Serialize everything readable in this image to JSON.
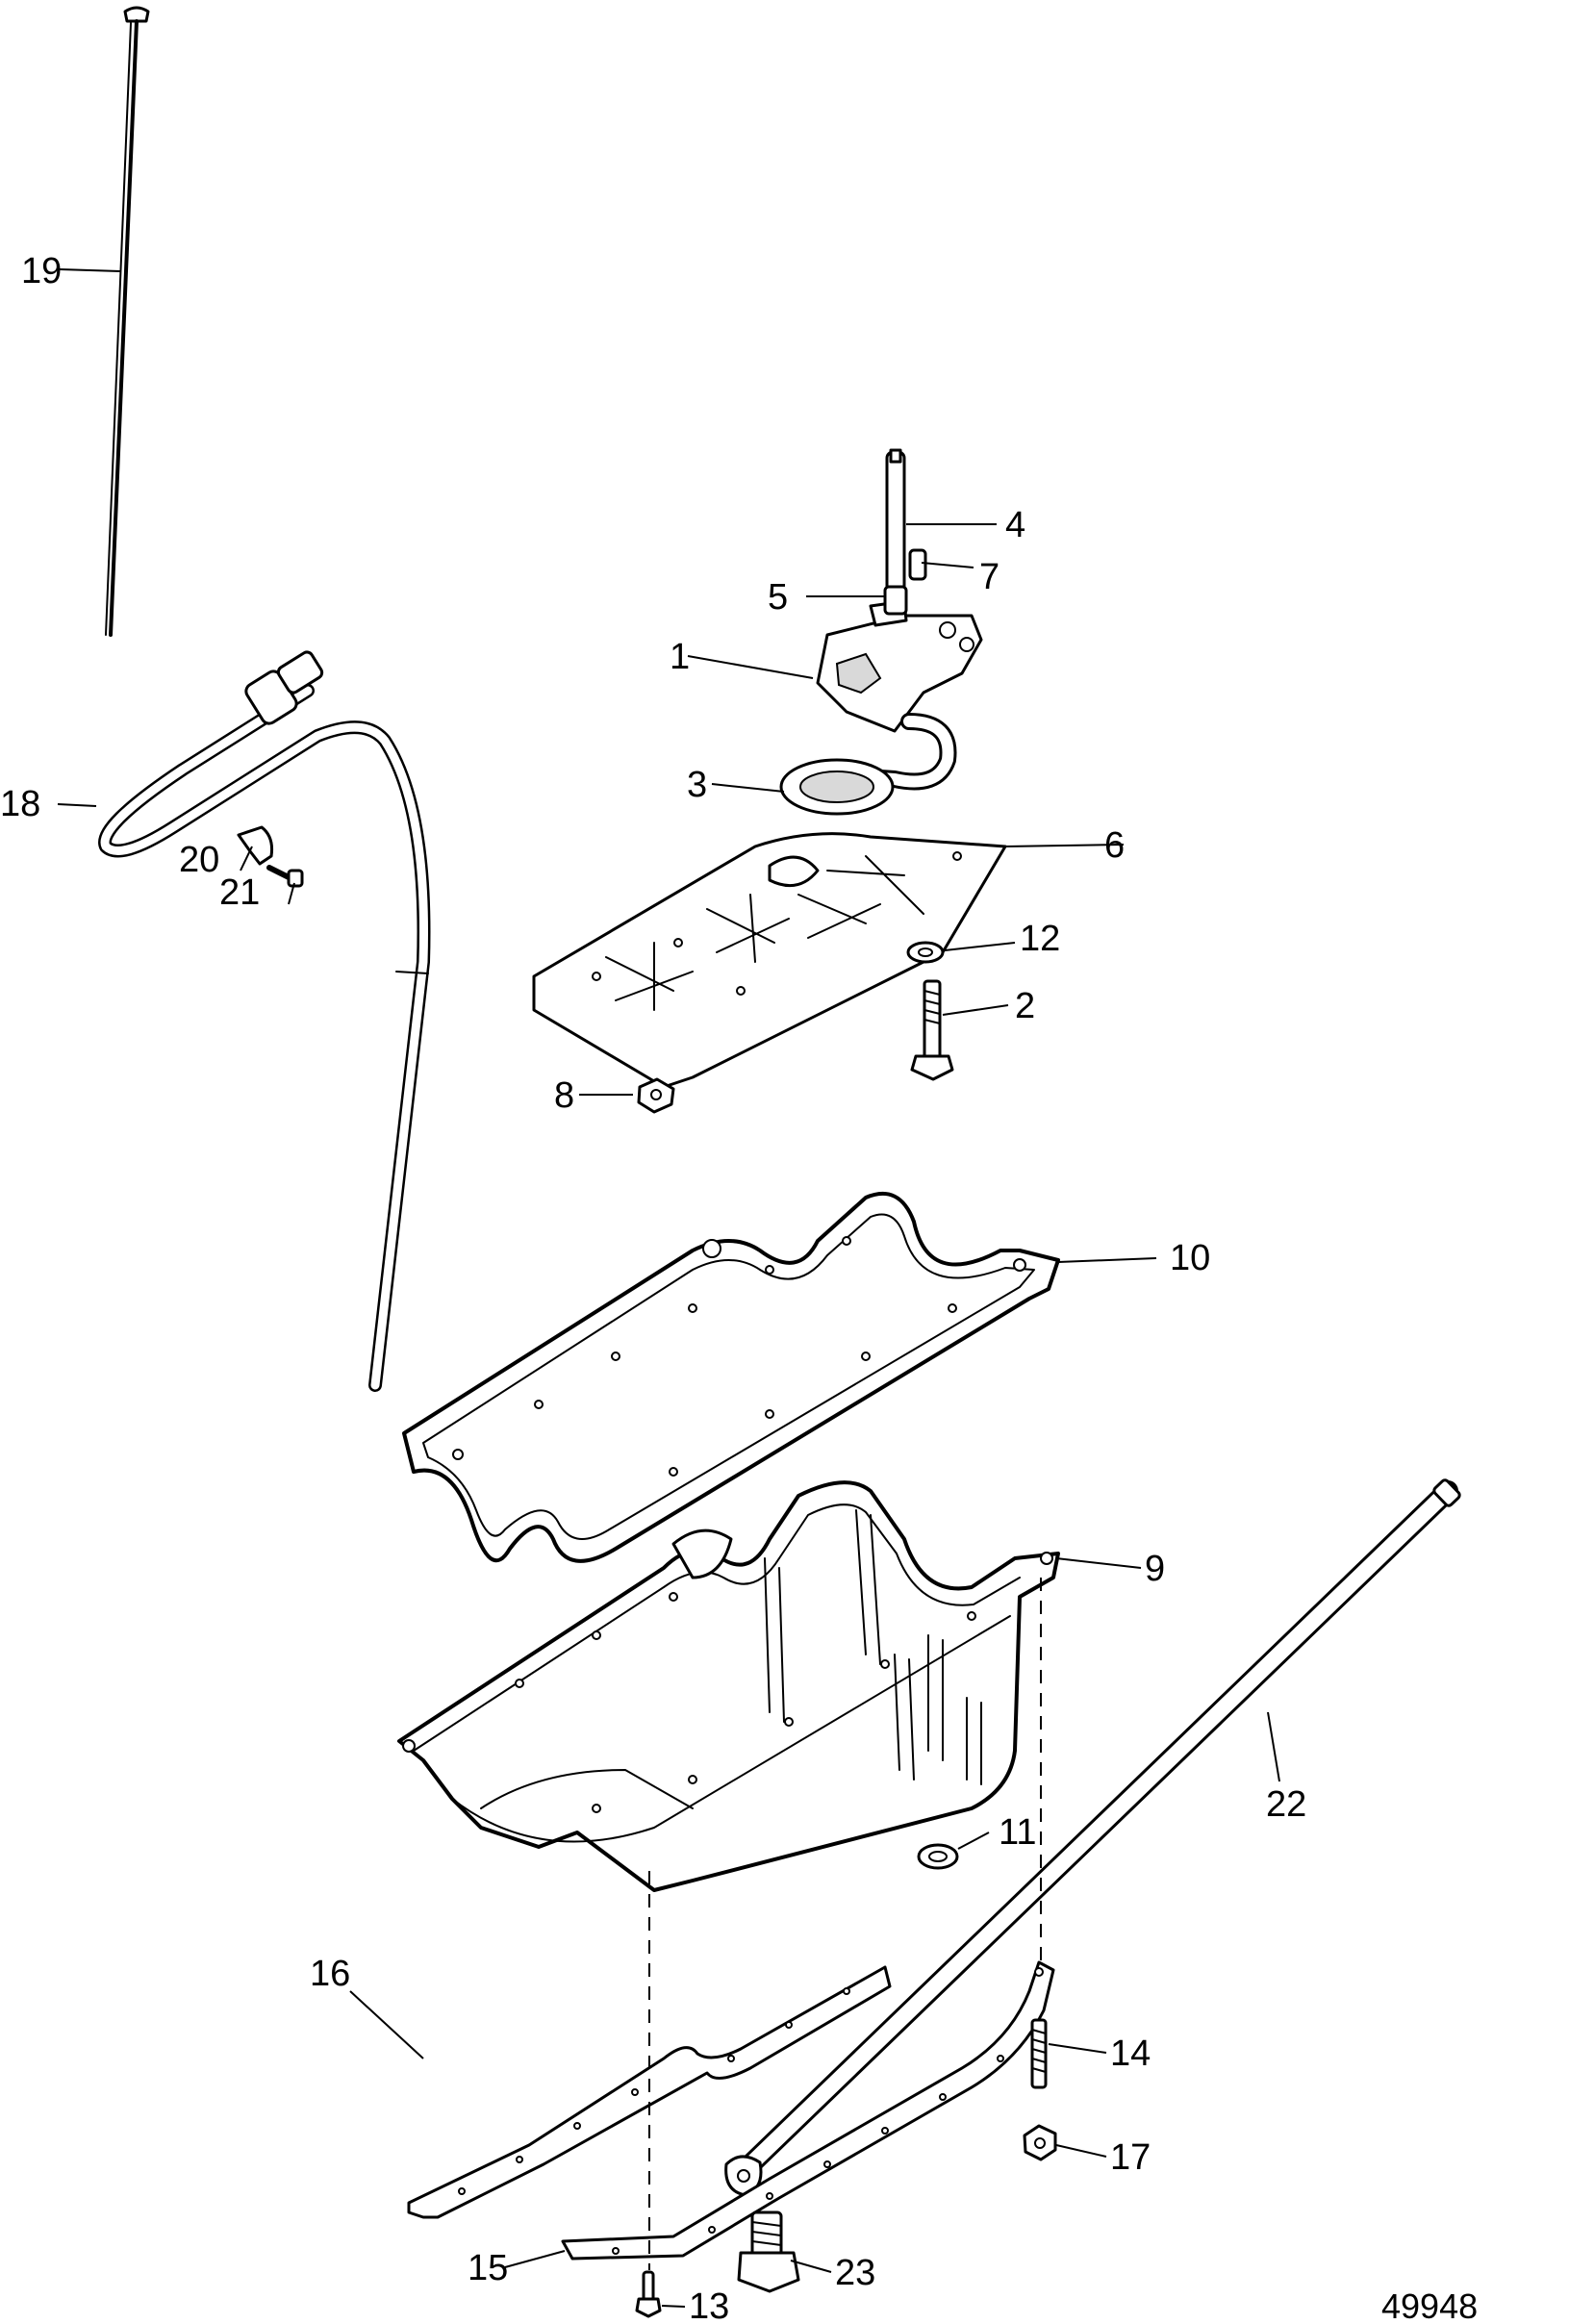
{
  "figure_number": "49948",
  "callouts": {
    "c1": "1",
    "c2": "2",
    "c3": "3",
    "c4": "4",
    "c5": "5",
    "c6": "6",
    "c7": "7",
    "c8": "8",
    "c9": "9",
    "c10": "10",
    "c11": "11",
    "c12": "12",
    "c13": "13",
    "c14": "14",
    "c15": "15",
    "c16": "16",
    "c17": "17",
    "c18": "18",
    "c19": "19",
    "c20": "20",
    "c21": "21",
    "c22": "22",
    "c23": "23"
  }
}
